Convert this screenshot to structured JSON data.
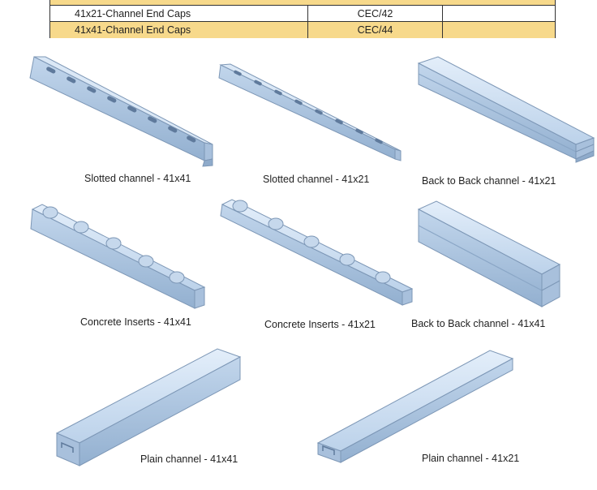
{
  "colors": {
    "row_highlight": "#f7d98b",
    "row_plain": "#ffffff",
    "steel_light": "#d4e4f4",
    "steel_mid": "#b3cae3",
    "steel_dark": "#8ca8c8",
    "steel_edge": "#6b85a6"
  },
  "table": {
    "rows": [
      {
        "name": "41x21-Channel End Caps",
        "code": "CEC/42",
        "extra": ""
      },
      {
        "name": "41x41-Channel End Caps",
        "code": "CEC/44",
        "extra": ""
      }
    ]
  },
  "products": [
    {
      "caption": "Slotted channel - 41x41",
      "icon": "slotted-channel-icon"
    },
    {
      "caption": "Slotted channel - 41x21",
      "icon": "slotted-channel-icon"
    },
    {
      "caption": "Back to Back channel - 41x21",
      "icon": "back-to-back-channel-icon"
    },
    {
      "caption": "Concrete Inserts - 41x41",
      "icon": "concrete-insert-icon"
    },
    {
      "caption": "Concrete Inserts - 41x21",
      "icon": "concrete-insert-icon"
    },
    {
      "caption": "Back to Back channel - 41x41",
      "icon": "back-to-back-channel-icon"
    },
    {
      "caption": "Plain channel - 41x41",
      "icon": "plain-channel-icon"
    },
    {
      "caption": "Plain channel - 41x21",
      "icon": "plain-channel-icon"
    }
  ]
}
